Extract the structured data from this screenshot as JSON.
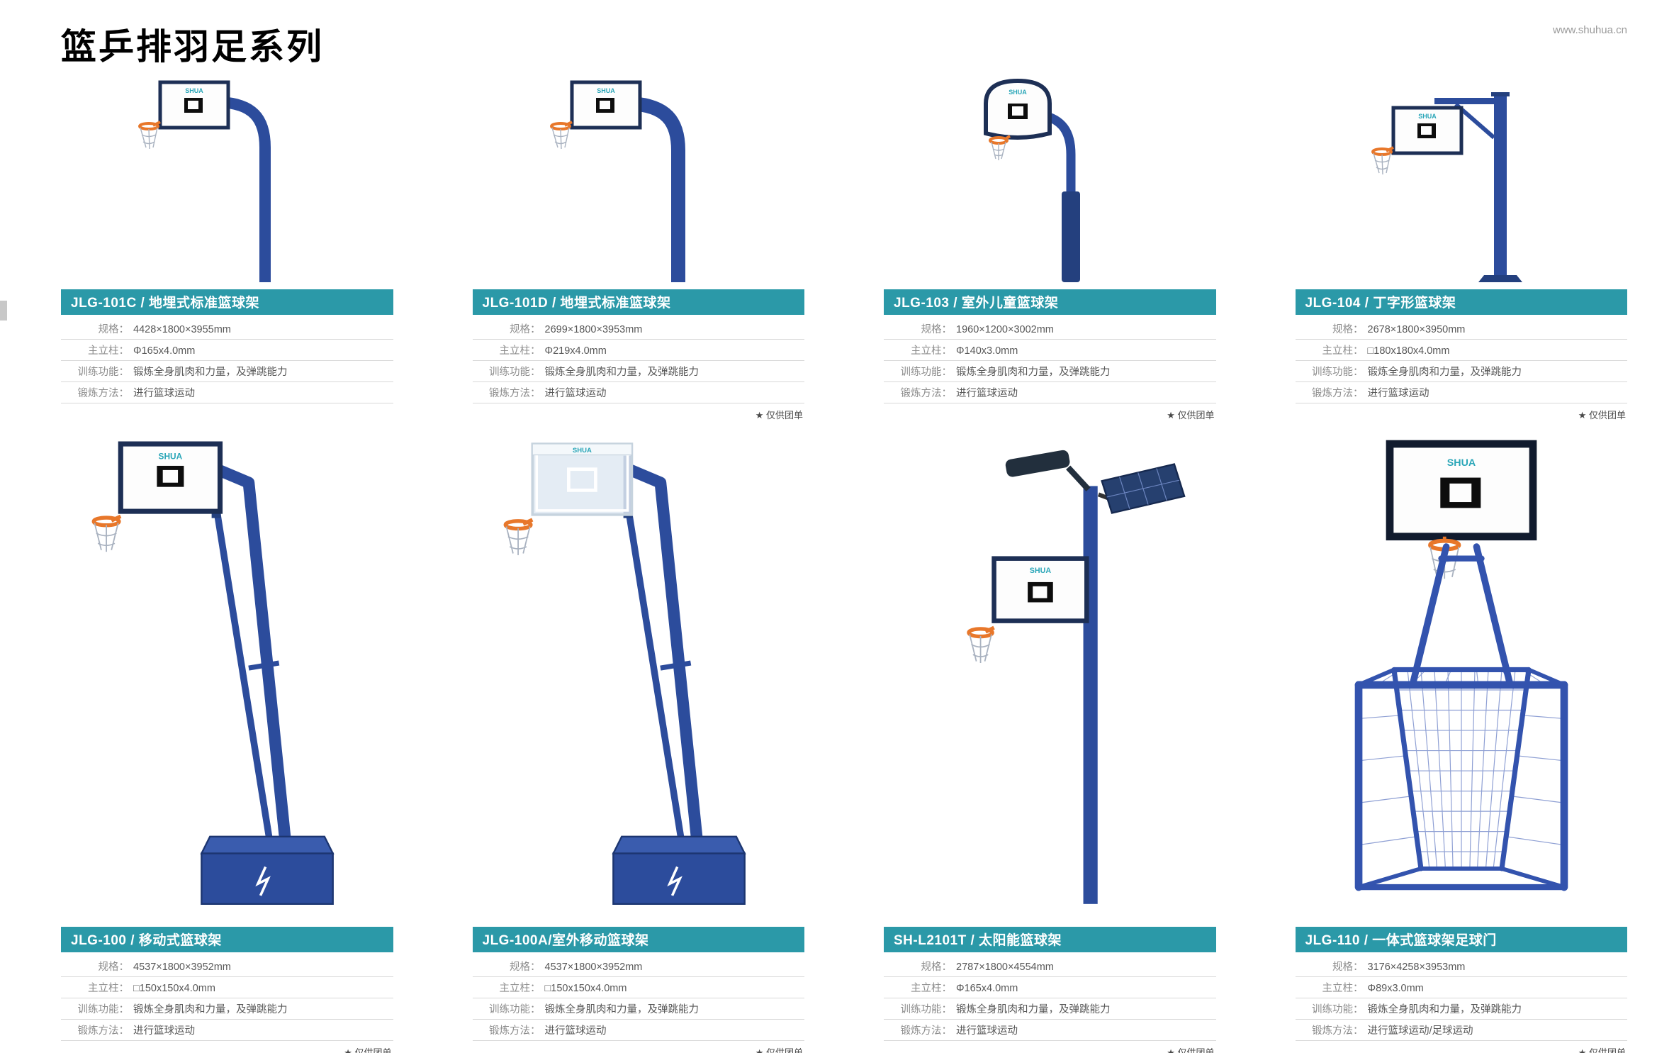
{
  "page": {
    "title": "篮乒排羽足系列",
    "url": "www.shuhua.cn"
  },
  "brand": "SHUA",
  "colors": {
    "accent_teal": "#2B99A8",
    "stand_blue": "#2C4C9C",
    "rim_orange": "#E8772A"
  },
  "spec_labels": {
    "size": "规格：",
    "pillar": "主立柱：",
    "training": "训练功能：",
    "method": "锻炼方法："
  },
  "group_note": "★ 仅供团单",
  "products": [
    {
      "model": "JLG-101C / 地埋式标准篮球架",
      "size": "4428×1800×3955mm",
      "pillar": "Φ165x4.0mm",
      "training": "锻炼全身肌肉和力量，及弹跳能力",
      "method": "进行篮球运动",
      "group_only": false
    },
    {
      "model": "JLG-101D / 地埋式标准篮球架",
      "size": "2699×1800×3953mm",
      "pillar": "Φ219x4.0mm",
      "training": "锻炼全身肌肉和力量，及弹跳能力",
      "method": "进行篮球运动",
      "group_only": true
    },
    {
      "model": "JLG-103 / 室外儿童篮球架",
      "size": "1960×1200×3002mm",
      "pillar": "Φ140x3.0mm",
      "training": "锻炼全身肌肉和力量，及弹跳能力",
      "method": "进行篮球运动",
      "group_only": true
    },
    {
      "model": "JLG-104 / 丁字形篮球架",
      "size": "2678×1800×3950mm",
      "pillar": "□180x180x4.0mm",
      "training": "锻炼全身肌肉和力量，及弹跳能力",
      "method": "进行篮球运动",
      "group_only": true
    },
    {
      "model": "JLG-100 / 移动式篮球架",
      "size": "4537×1800×3952mm",
      "pillar": "□150x150x4.0mm",
      "training": "锻炼全身肌肉和力量，及弹跳能力",
      "method": "进行篮球运动",
      "group_only": true
    },
    {
      "model": "JLG-100A/室外移动篮球架",
      "size": "4537×1800×3952mm",
      "pillar": "□150x150x4.0mm",
      "training": "锻炼全身肌肉和力量，及弹跳能力",
      "method": "进行篮球运动",
      "group_only": true
    },
    {
      "model": "SH-L2101T / 太阳能篮球架",
      "size": "2787×1800×4554mm",
      "pillar": "Φ165x4.0mm",
      "training": "锻炼全身肌肉和力量，及弹跳能力",
      "method": "进行篮球运动",
      "group_only": true
    },
    {
      "model": "JLG-110 / 一体式篮球架足球门",
      "size": "3176×4258×3953mm",
      "pillar": "Φ89x3.0mm",
      "training": "锻炼全身肌肉和力量，及弹跳能力",
      "method": "进行篮球运动/足球运动",
      "group_only": true
    }
  ]
}
